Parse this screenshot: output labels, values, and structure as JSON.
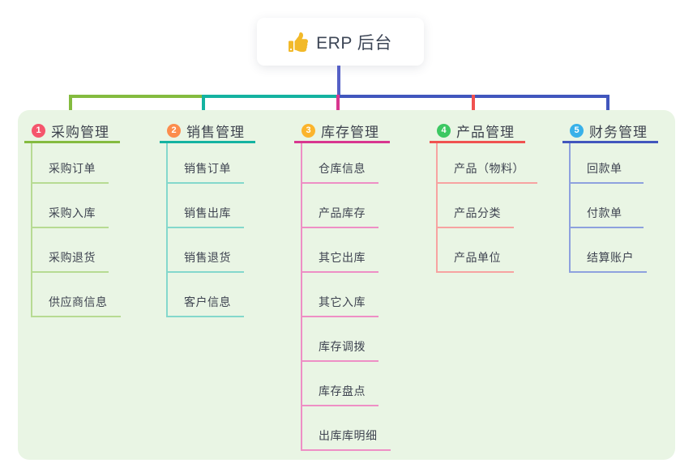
{
  "root": {
    "label": "ERP 后台",
    "icon": "thumbs-up-icon",
    "icon_color": "#f2b929",
    "connector_color": "#5560c6"
  },
  "panel": {
    "background": "#e9f5e4"
  },
  "branches": [
    {
      "badge": "1",
      "label": "采购管理",
      "badge_color": "#f5566d",
      "line_color": "#84bb3f",
      "child_line_color": "#b7db93",
      "children": [
        "采购订单",
        "采购入库",
        "采购退货",
        "供应商信息"
      ]
    },
    {
      "badge": "2",
      "label": "销售管理",
      "badge_color": "#fc8d4d",
      "line_color": "#14b3a1",
      "child_line_color": "#84d8cc",
      "children": [
        "销售订单",
        "销售出库",
        "销售退货",
        "客户信息"
      ]
    },
    {
      "badge": "3",
      "label": "库存管理",
      "badge_color": "#fbb42c",
      "line_color": "#d8368f",
      "child_line_color": "#ee8fc5",
      "children": [
        "仓库信息",
        "产品库存",
        "其它出库",
        "其它入库",
        "库存调拨",
        "库存盘点",
        "出库库明细"
      ]
    },
    {
      "badge": "4",
      "label": "产品管理",
      "badge_color": "#3cc862",
      "line_color": "#f05250",
      "child_line_color": "#f7a3a1",
      "children": [
        "产品（物料）",
        "产品分类",
        "产品单位"
      ]
    },
    {
      "badge": "5",
      "label": "财务管理",
      "badge_color": "#38b1e9",
      "line_color": "#4156bd",
      "child_line_color": "#8ea1de",
      "children": [
        "回款单",
        "付款单",
        "结算账户"
      ]
    }
  ]
}
